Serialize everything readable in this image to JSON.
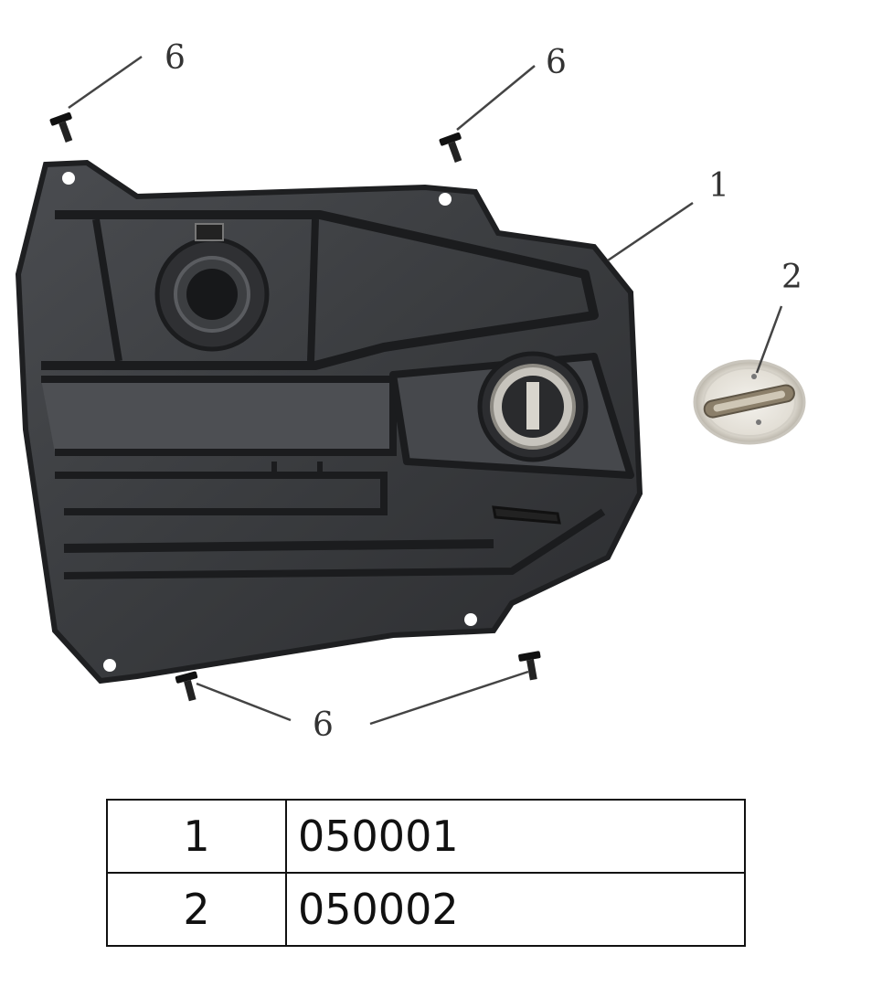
{
  "callouts": {
    "tank": "1",
    "cap": "2",
    "screw_top_left": "6",
    "screw_top_right": "6",
    "screws_bottom": "6"
  },
  "parts_table": [
    {
      "ref": "1",
      "part_no": "050001"
    },
    {
      "ref": "2",
      "part_no": "050002"
    }
  ],
  "colors": {
    "tank_body": "#3a3c3f",
    "tank_edge": "#1e1f21",
    "leader_line": "#444444",
    "cap_face": "#e6e3dc"
  }
}
